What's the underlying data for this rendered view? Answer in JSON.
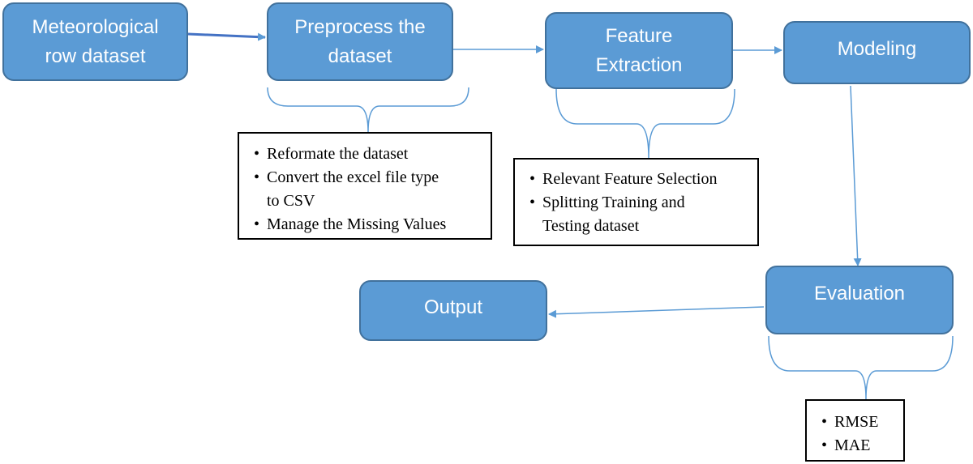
{
  "colors": {
    "box_fill": "#5b9bd5",
    "box_border": "#41719c",
    "box_text": "#ffffff",
    "connector": "#5b9bd5",
    "note_border": "#000000"
  },
  "boxes": {
    "meteorological": {
      "line1": "Meteorological",
      "line2": "row dataset"
    },
    "preprocess": {
      "line1": "Preprocess the",
      "line2": "dataset"
    },
    "feature": {
      "line1": "Feature",
      "line2": "Extraction"
    },
    "modeling": {
      "label": "Modeling"
    },
    "evaluation": {
      "label": "Evaluation"
    },
    "output": {
      "label": "Output"
    }
  },
  "notes": {
    "preprocess": {
      "item1": "Reformate the dataset",
      "item2_line1": "Convert the excel file type",
      "item2_line2": "to CSV",
      "item3": "Manage the Missing Values"
    },
    "feature": {
      "item1": "Relevant Feature Selection",
      "item2_line1": "Splitting Training and",
      "item2_line2": "Testing dataset"
    },
    "evaluation": {
      "item1": "RMSE",
      "item2": "MAE"
    }
  }
}
